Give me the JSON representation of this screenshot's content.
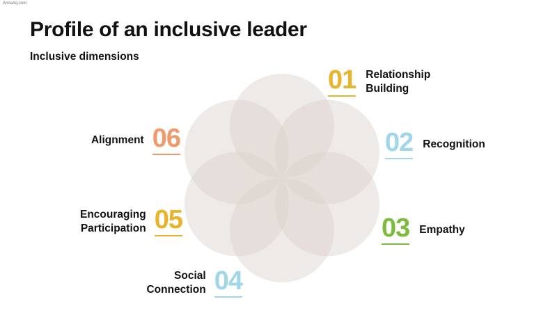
{
  "watermark": "AnnaAq.com",
  "title": "Profile of an inclusive leader",
  "subtitle": "Inclusive dimensions",
  "petal_color": "#d9d0c9",
  "dimensions": [
    {
      "number": "01",
      "line1": "Relationship",
      "line2": "Building",
      "color": "#e9b32b"
    },
    {
      "number": "02",
      "line1": "Recognition",
      "line2": "",
      "color": "#9fd6e8"
    },
    {
      "number": "03",
      "line1": "Empathy",
      "line2": "",
      "color": "#7dbb3f"
    },
    {
      "number": "04",
      "line1": "Social",
      "line2": "Connection",
      "color": "#9fd6e8"
    },
    {
      "number": "05",
      "line1": "Encouraging",
      "line2": "Participation",
      "color": "#e9b32b"
    },
    {
      "number": "06",
      "line1": "Alignment",
      "line2": "",
      "color": "#ef9a6a"
    }
  ]
}
